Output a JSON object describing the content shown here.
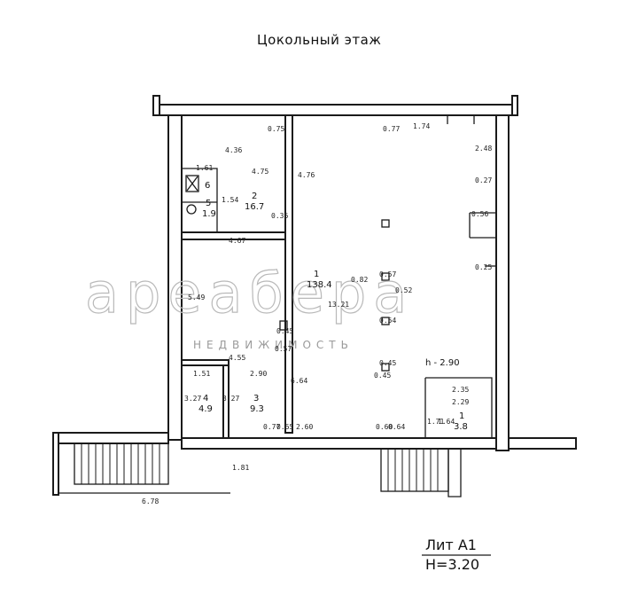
{
  "title": "Цокольный этаж",
  "watermark": {
    "brand": "ареабера",
    "sub": "НЕДВИЖИМОСТЬ"
  },
  "stamp": {
    "line1": "Лит А1",
    "line2": "Н=3.20"
  },
  "rooms": [
    {
      "id": "room-1",
      "number": "1",
      "area": "138.4"
    },
    {
      "id": "room-2",
      "number": "2",
      "area": "16.7"
    },
    {
      "id": "room-3",
      "number": "3",
      "area": "9.3"
    },
    {
      "id": "room-4",
      "number": "4",
      "area": "4.9"
    },
    {
      "id": "room-5",
      "number": "5",
      "area": "1.9"
    },
    {
      "id": "room-6",
      "number": "1",
      "area": "3.8"
    },
    {
      "id": "room-7",
      "number": "6",
      "area": ""
    }
  ],
  "height_label": "h - 2.90",
  "dimensions": [
    "0.75",
    "1.74",
    "2.48",
    "0.27",
    "0.56",
    "0.25",
    "0.77",
    "4.76",
    "4.36",
    "4.75",
    "1.61",
    "1.54",
    "0.36",
    "4.67",
    "5.49",
    "4.55",
    "2.90",
    "0.82",
    "0.57",
    "0.52",
    "13.21",
    "0.54",
    "0.45",
    "0.45",
    "0.45",
    "0.57",
    "6.64",
    "1.51",
    "3.27",
    "3.27",
    "2.35",
    "2.29",
    "1.71",
    "1.64",
    "0.77",
    "0.65",
    "2.60",
    "0.60",
    "0.64",
    "1.81",
    "6.78"
  ],
  "colors": {
    "line": "#1a1a1a",
    "watermark": "#b9b9b9",
    "background": "#ffffff"
  }
}
